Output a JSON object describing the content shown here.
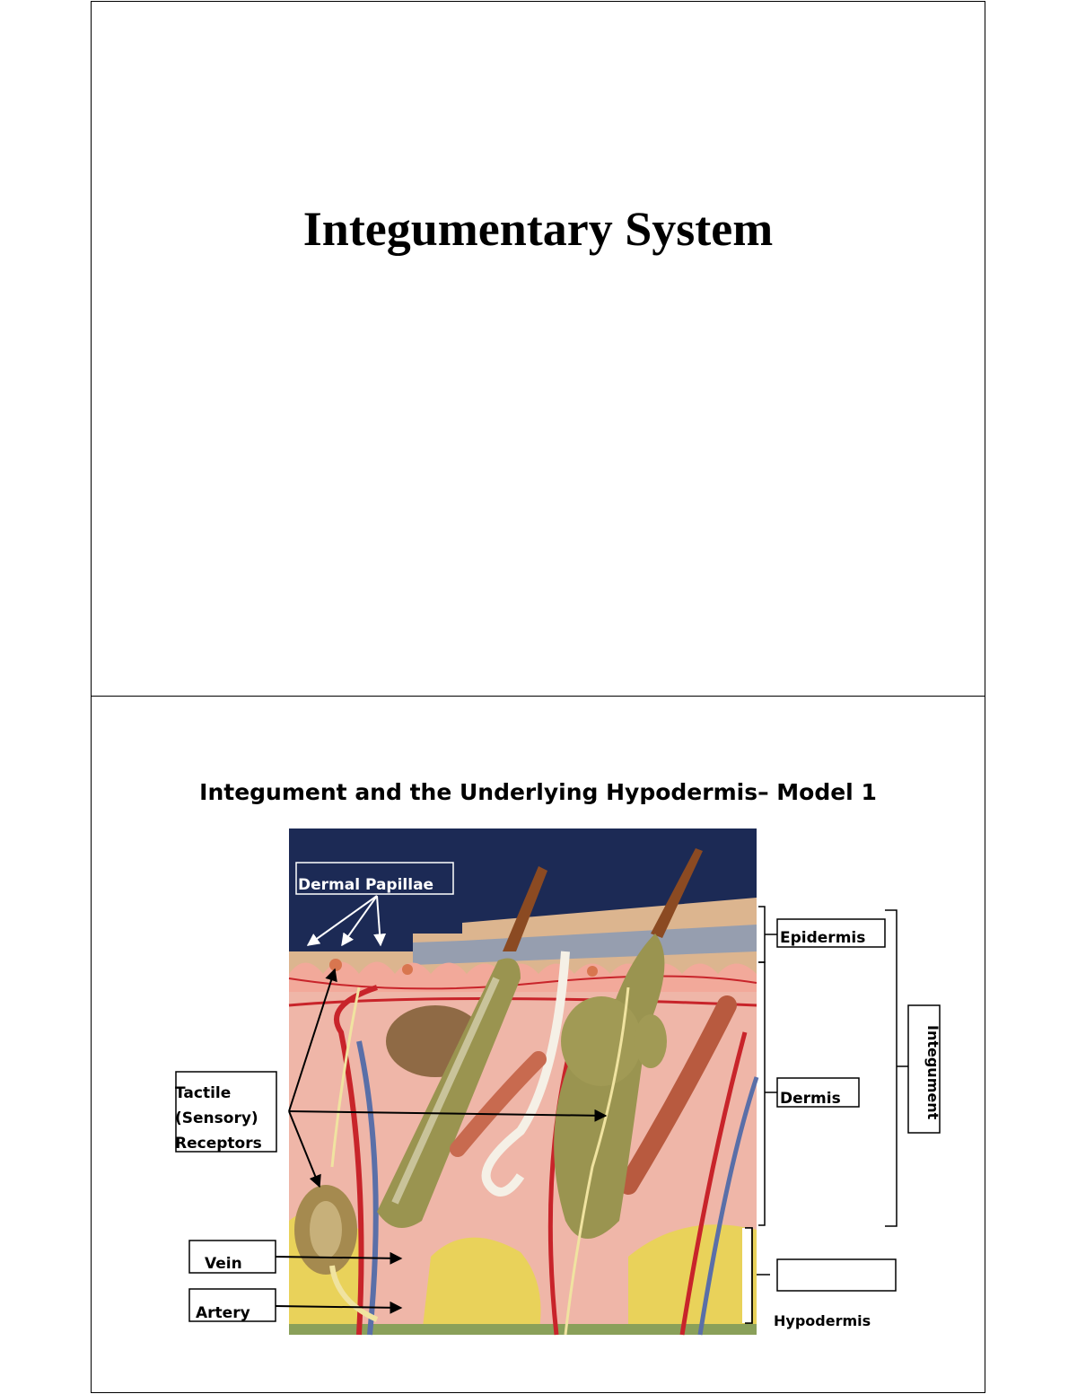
{
  "slide1": {
    "title": "Integumentary System"
  },
  "slide2": {
    "title": "Integument and the Underlying Hypodermis– Model 1",
    "labels": {
      "dermal_papillae": "Dermal Papillae",
      "epidermis": "Epidermis",
      "dermis": "Dermis",
      "integument": "Integument",
      "hypodermis": "Hypodermis",
      "tactile_line1": "Tactile",
      "tactile_line2": "(Sensory)",
      "tactile_line3": "Receptors",
      "vein": "Vein",
      "artery": "Artery"
    },
    "colors": {
      "background_navy": "#1c2a55",
      "dermis_pink": "#efb6a8",
      "fat_yellow": "#e9d25a",
      "vessel_red": "#c8242a",
      "vessel_blue": "#5a6fa8",
      "follicle_olive": "#9a9450",
      "hair_brown": "#8b4a22"
    }
  }
}
